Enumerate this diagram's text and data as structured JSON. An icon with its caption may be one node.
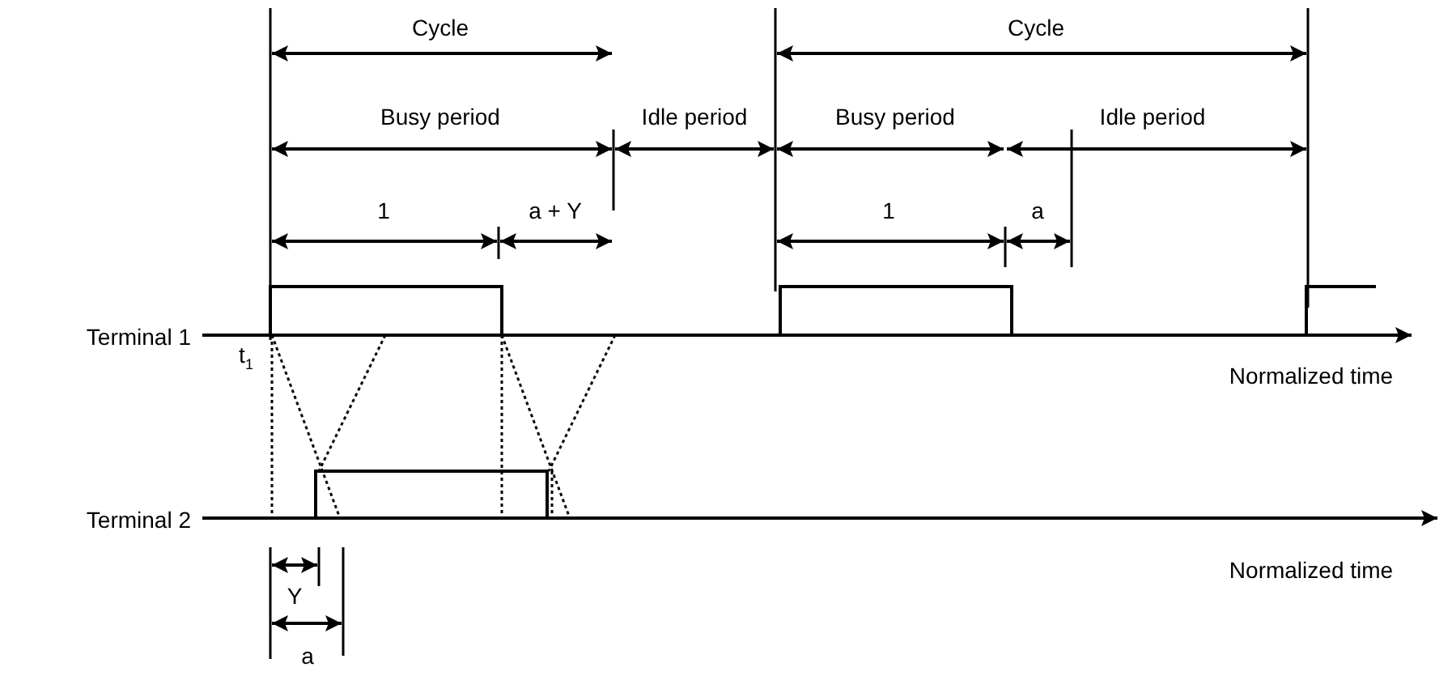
{
  "diagram": {
    "labels": [
      "Cycle",
      "Cycle",
      "Busy period",
      "Idle period",
      "Busy period",
      "Idle period",
      "1",
      "a + Y",
      "1",
      "a",
      "Terminal 1",
      "t$_{1}$",
      "Normalized time",
      "Terminal 2",
      "Normalized time",
      "Y",
      "a"
    ]
  }
}
